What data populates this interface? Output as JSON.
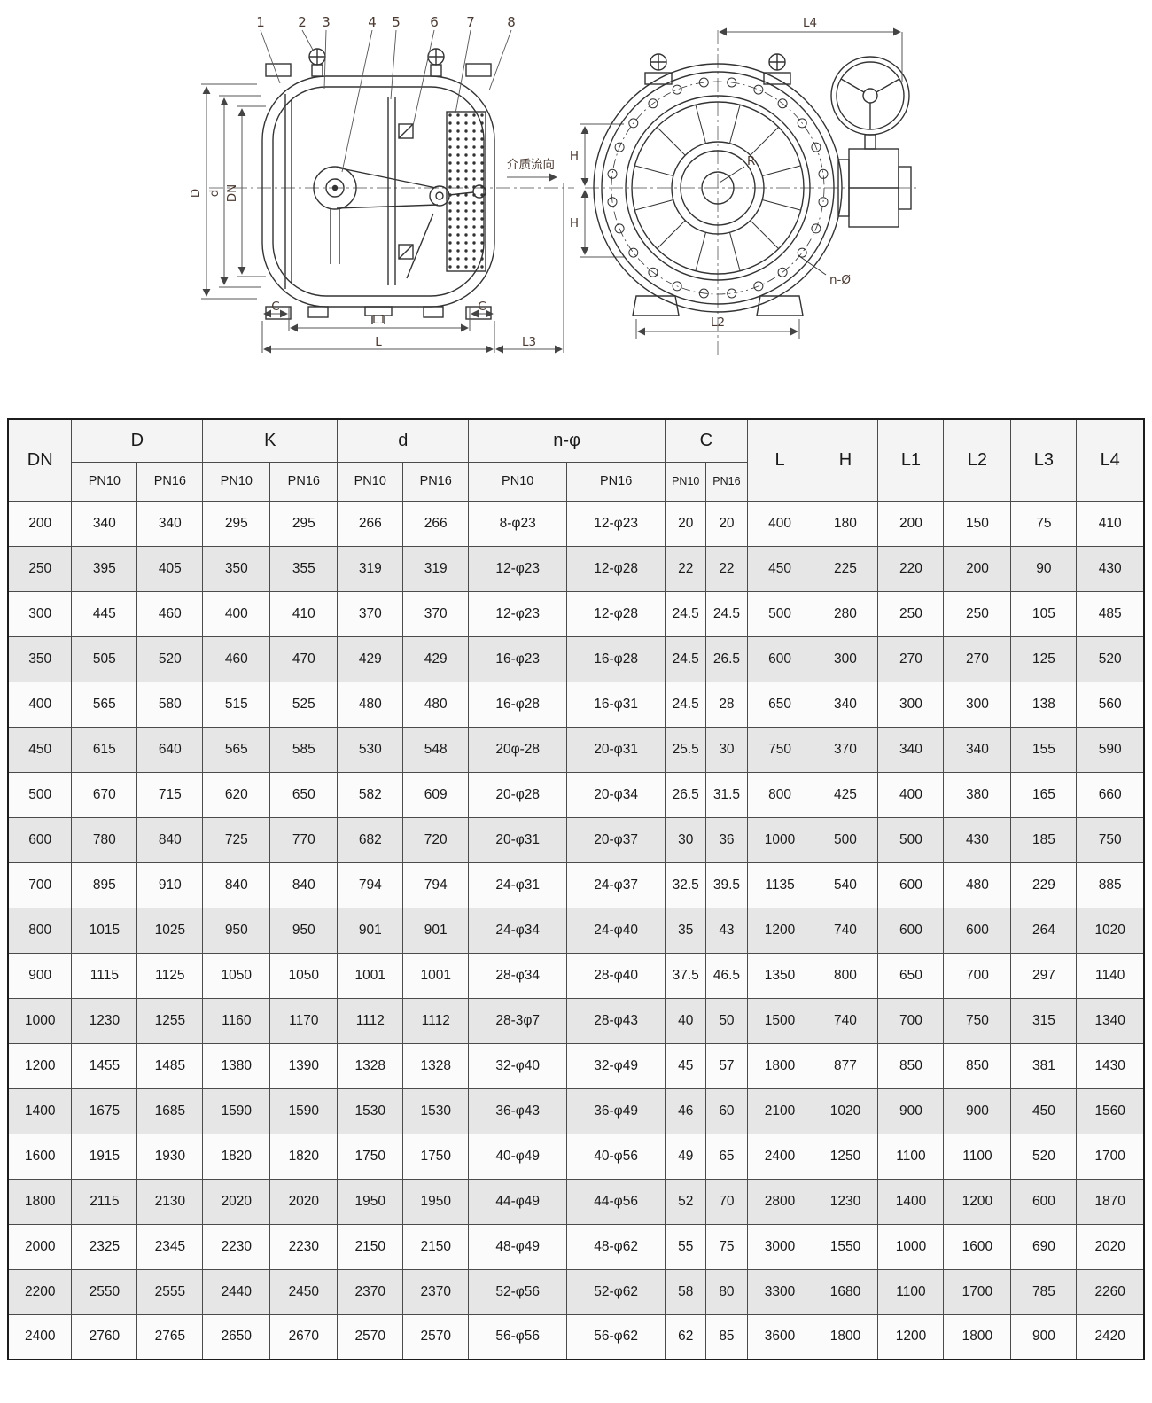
{
  "drawing": {
    "callouts": [
      "1",
      "2",
      "3",
      "4",
      "5",
      "6",
      "7",
      "8"
    ],
    "dims": {
      "D": "D",
      "d": "d",
      "DN": "DN",
      "C_left": "C",
      "L1": "L1",
      "C_right": "C",
      "L": "L",
      "L3": "L3",
      "L4": "L4",
      "H_top": "H",
      "H_bottom": "H",
      "L2": "L2",
      "n_phi": "n-Ø",
      "R": "R",
      "flow": "介质流向"
    },
    "line_color": "#333333",
    "label_color": "#4a3a32"
  },
  "table": {
    "header": {
      "dn": "DN",
      "d_group": "D",
      "k_group": "K",
      "dd_group": "d",
      "nphi_group": "n-φ",
      "c_group": "C",
      "l": "L",
      "h": "H",
      "l1": "L1",
      "l2": "L2",
      "l3": "L3",
      "l4": "L4",
      "pn10": "PN10",
      "pn16": "PN16"
    },
    "rows": [
      [
        "200",
        "340",
        "340",
        "295",
        "295",
        "266",
        "266",
        "8-φ23",
        "12-φ23",
        "20",
        "20",
        "400",
        "180",
        "200",
        "150",
        "75",
        "410"
      ],
      [
        "250",
        "395",
        "405",
        "350",
        "355",
        "319",
        "319",
        "12-φ23",
        "12-φ28",
        "22",
        "22",
        "450",
        "225",
        "220",
        "200",
        "90",
        "430"
      ],
      [
        "300",
        "445",
        "460",
        "400",
        "410",
        "370",
        "370",
        "12-φ23",
        "12-φ28",
        "24.5",
        "24.5",
        "500",
        "280",
        "250",
        "250",
        "105",
        "485"
      ],
      [
        "350",
        "505",
        "520",
        "460",
        "470",
        "429",
        "429",
        "16-φ23",
        "16-φ28",
        "24.5",
        "26.5",
        "600",
        "300",
        "270",
        "270",
        "125",
        "520"
      ],
      [
        "400",
        "565",
        "580",
        "515",
        "525",
        "480",
        "480",
        "16-φ28",
        "16-φ31",
        "24.5",
        "28",
        "650",
        "340",
        "300",
        "300",
        "138",
        "560"
      ],
      [
        "450",
        "615",
        "640",
        "565",
        "585",
        "530",
        "548",
        "20φ-28",
        "20-φ31",
        "25.5",
        "30",
        "750",
        "370",
        "340",
        "340",
        "155",
        "590"
      ],
      [
        "500",
        "670",
        "715",
        "620",
        "650",
        "582",
        "609",
        "20-φ28",
        "20-φ34",
        "26.5",
        "31.5",
        "800",
        "425",
        "400",
        "380",
        "165",
        "660"
      ],
      [
        "600",
        "780",
        "840",
        "725",
        "770",
        "682",
        "720",
        "20-φ31",
        "20-φ37",
        "30",
        "36",
        "1000",
        "500",
        "500",
        "430",
        "185",
        "750"
      ],
      [
        "700",
        "895",
        "910",
        "840",
        "840",
        "794",
        "794",
        "24-φ31",
        "24-φ37",
        "32.5",
        "39.5",
        "1135",
        "540",
        "600",
        "480",
        "229",
        "885"
      ],
      [
        "800",
        "1015",
        "1025",
        "950",
        "950",
        "901",
        "901",
        "24-φ34",
        "24-φ40",
        "35",
        "43",
        "1200",
        "740",
        "600",
        "600",
        "264",
        "1020"
      ],
      [
        "900",
        "1115",
        "1125",
        "1050",
        "1050",
        "1001",
        "1001",
        "28-φ34",
        "28-φ40",
        "37.5",
        "46.5",
        "1350",
        "800",
        "650",
        "700",
        "297",
        "1140"
      ],
      [
        "1000",
        "1230",
        "1255",
        "1160",
        "1170",
        "1112",
        "1112",
        "28-3φ7",
        "28-φ43",
        "40",
        "50",
        "1500",
        "740",
        "700",
        "750",
        "315",
        "1340"
      ],
      [
        "1200",
        "1455",
        "1485",
        "1380",
        "1390",
        "1328",
        "1328",
        "32-φ40",
        "32-φ49",
        "45",
        "57",
        "1800",
        "877",
        "850",
        "850",
        "381",
        "1430"
      ],
      [
        "1400",
        "1675",
        "1685",
        "1590",
        "1590",
        "1530",
        "1530",
        "36-φ43",
        "36-φ49",
        "46",
        "60",
        "2100",
        "1020",
        "900",
        "900",
        "450",
        "1560"
      ],
      [
        "1600",
        "1915",
        "1930",
        "1820",
        "1820",
        "1750",
        "1750",
        "40-φ49",
        "40-φ56",
        "49",
        "65",
        "2400",
        "1250",
        "1100",
        "1100",
        "520",
        "1700"
      ],
      [
        "1800",
        "2115",
        "2130",
        "2020",
        "2020",
        "1950",
        "1950",
        "44-φ49",
        "44-φ56",
        "52",
        "70",
        "2800",
        "1230",
        "1400",
        "1200",
        "600",
        "1870"
      ],
      [
        "2000",
        "2325",
        "2345",
        "2230",
        "2230",
        "2150",
        "2150",
        "48-φ49",
        "48-φ62",
        "55",
        "75",
        "3000",
        "1550",
        "1000",
        "1600",
        "690",
        "2020"
      ],
      [
        "2200",
        "2550",
        "2555",
        "2440",
        "2450",
        "2370",
        "2370",
        "52-φ56",
        "52-φ62",
        "58",
        "80",
        "3300",
        "1680",
        "1100",
        "1700",
        "785",
        "2260"
      ],
      [
        "2400",
        "2760",
        "2765",
        "2650",
        "2670",
        "2570",
        "2570",
        "56-φ56",
        "56-φ62",
        "62",
        "85",
        "3600",
        "1800",
        "1200",
        "1800",
        "900",
        "2420"
      ]
    ]
  }
}
